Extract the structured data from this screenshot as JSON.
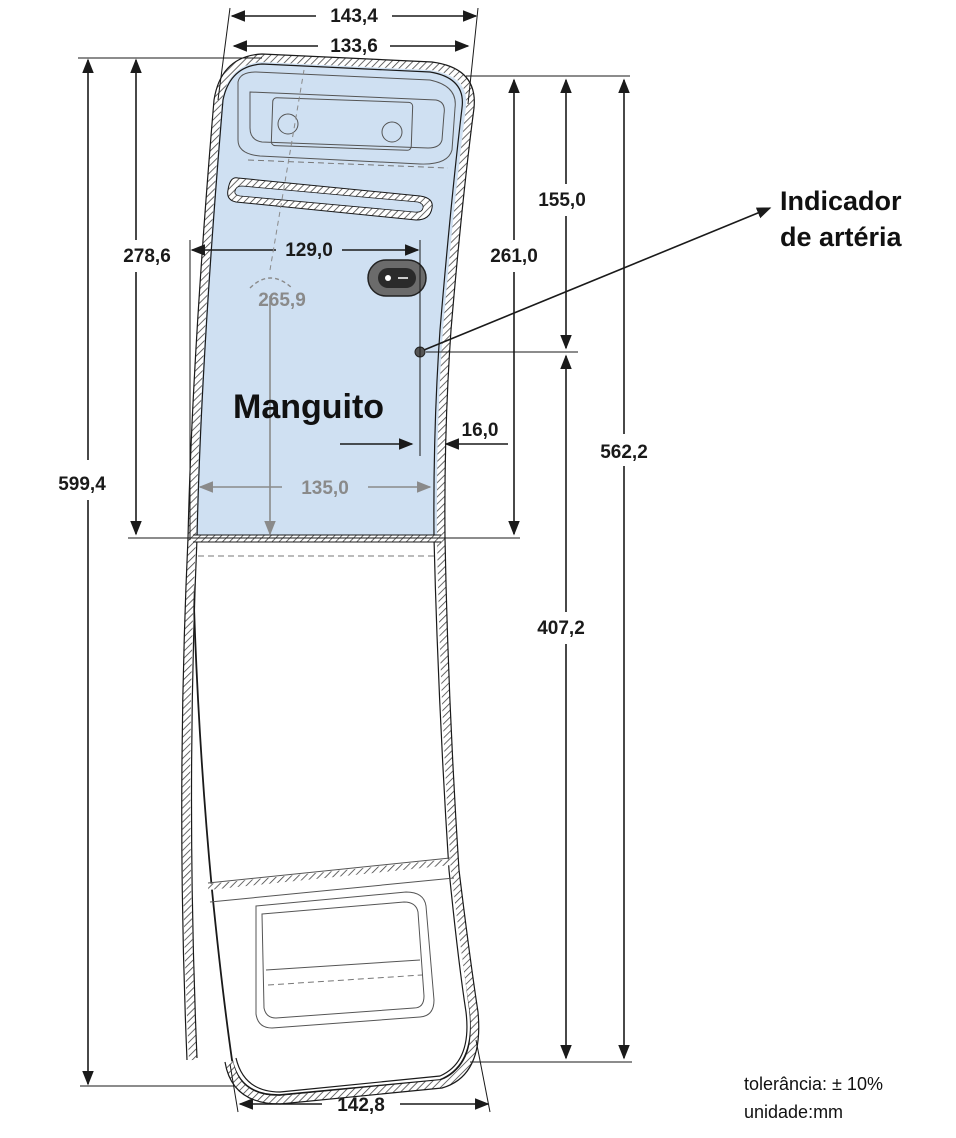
{
  "colors": {
    "cuff_fill": "#cfe0f2",
    "outline": "#1a1a1a",
    "secondary_dim": "#8a8a8a"
  },
  "labels": {
    "cuff": "Manguito",
    "indicator_line1": "Indicador",
    "indicator_line2": "de artéria"
  },
  "dimensions": {
    "top_outer_width": "143,4",
    "top_inner_width": "133,6",
    "total_height": "599,4",
    "cuff_height": "278,6",
    "indicator_to_top": "155,0",
    "cuff_width_mid": "129,0",
    "right_height": "261,0",
    "arc_radius": "265,9",
    "indicator_offset": "16,0",
    "cuff_width_bottom": "135,0",
    "right_total_height": "562,2",
    "indicator_to_bottom": "407,2",
    "bottom_width": "142,8"
  },
  "notes": {
    "tolerance": "tolerância: ± 10%",
    "unit": "unidade:mm"
  }
}
